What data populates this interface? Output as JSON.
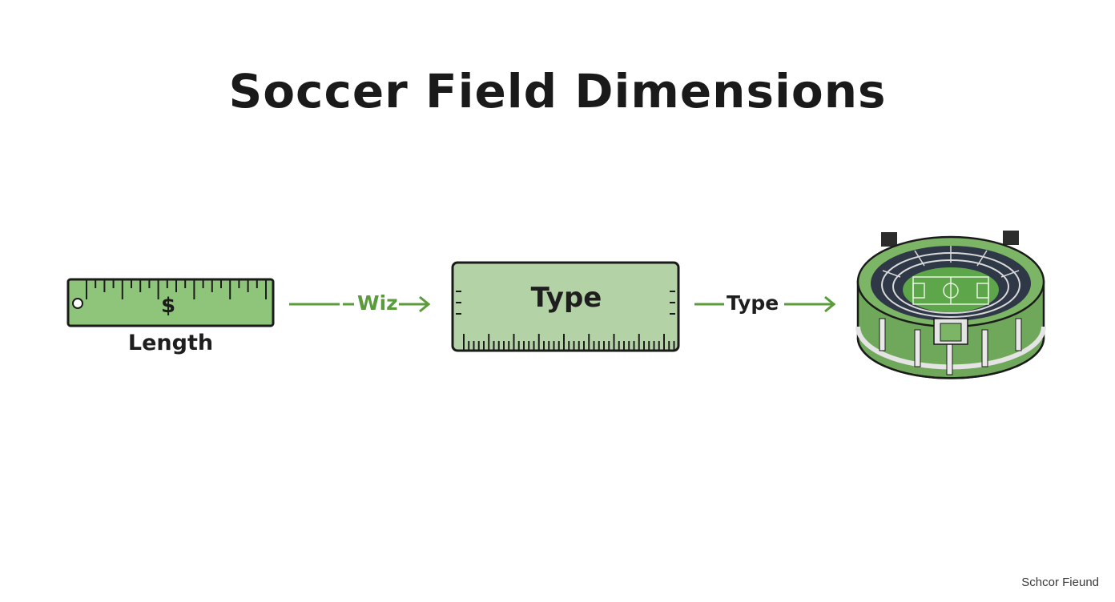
{
  "title": "Soccer Field Dimensions",
  "steps": {
    "ruler": {
      "icon": "ruler-icon",
      "symbol": "$",
      "label": "Length"
    },
    "connector1": {
      "label": "Wiz"
    },
    "measure_board": {
      "icon": "measuring-board-icon",
      "label": "Type"
    },
    "connector2": {
      "label": "Type"
    },
    "stadium": {
      "icon": "stadium-icon"
    }
  },
  "footer": "Schcor Fieund",
  "colors": {
    "accent": "#5a9b3c",
    "ruler_fill": "#8fc57a",
    "board_fill": "#b3d3a6",
    "pitch": "#5ea64a",
    "outline": "#1b1b1b"
  }
}
